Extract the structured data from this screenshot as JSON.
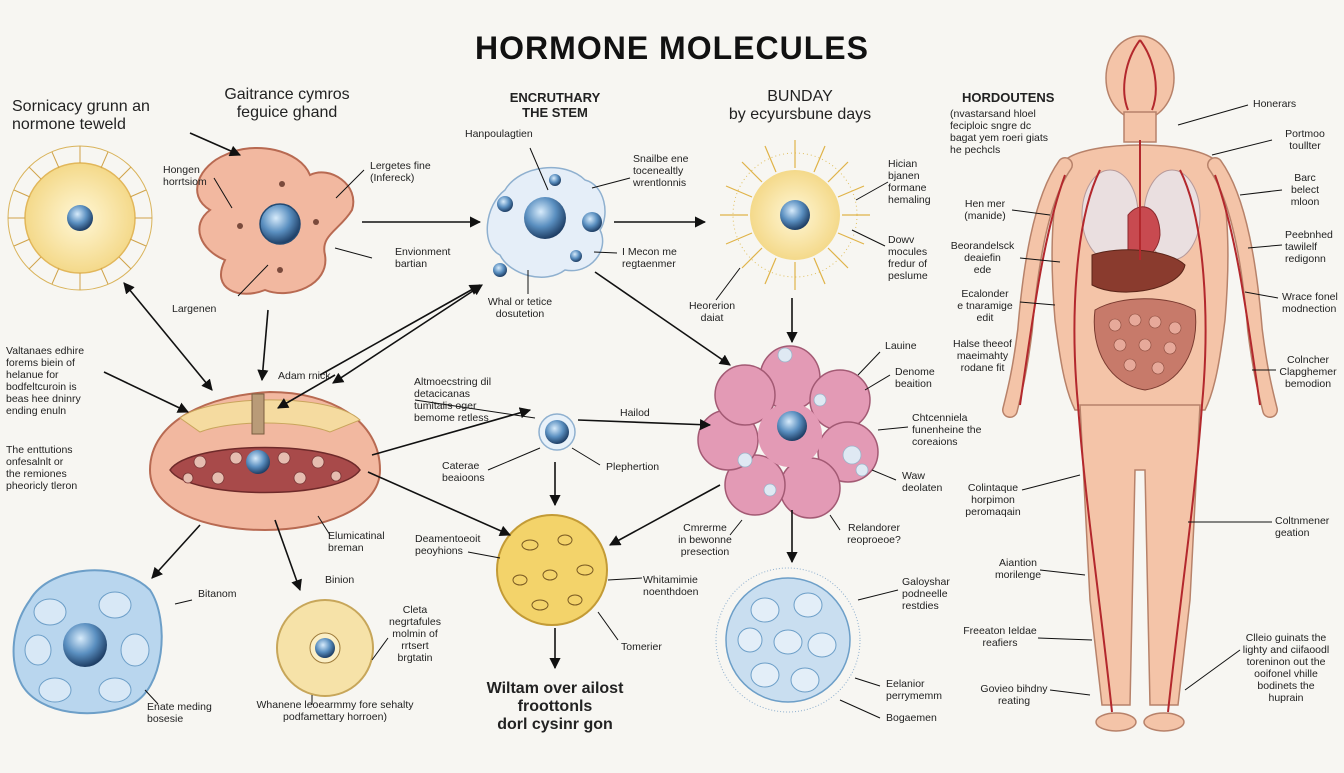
{
  "title": "HORMONE MOLECULES",
  "colors": {
    "background": "#f7f6f2",
    "tissue_pink": "#f2b8a0",
    "nucleus_blue": "#5a8fc0",
    "flower_pink": "#e39ab5",
    "yellow_cell": "#f3d36a",
    "blue_cell": "#b9d6ee",
    "artery_red": "#b3282d",
    "skin": "#f4c4a8"
  },
  "labels": {
    "top_left": "Sornicacy grunn an\nnormone teweld",
    "gland_title": "Gaitrance cymros\nfeguice ghand",
    "encruthary": "ENCRUTHARY\nTHE STEM",
    "bunday": "BUNDAY\nby ecyursbune days",
    "hordoutens": "HORDOUTENS",
    "hordoutens_sub": "(nvastarsand hloel\nfeciploic sngre dc\nbagat yem roeri giats\nhe pechcls",
    "hongen": "Hongen\nhorrtsiom",
    "lergetes": "Lergetes fine\n(Infereck)",
    "envionment": "Envionment\nbartian",
    "largenen": "Largenen",
    "hapouhag": "Hanpoulagtien",
    "snailbe": "Snailbe ene\ntocenealtly\nwrentlonnis",
    "mecon": "I Mecon me\nregtaenmer",
    "whal": "Whal or tetice\ndosutetion",
    "hician": "Hician\nbjanen\nformane\nhemaling",
    "dowv": "Dowv\nmocules\nfredur of\npeslume",
    "heorerion": "Heorerion\ndaiat",
    "left_para1": "Valtanaes edhire\nforems biein of\nhelanue for\nbodfeltcuroin is\nbeas hee dninry\nending enuln",
    "left_para2": "The enttutions\nonfesalnlt or\nthe remiones\npheoricly tleron",
    "adamnick": "Adam rnick",
    "altmoce": "Altmoecstring dil\ndetacicanas\ntumitalis oger\nbemome retless",
    "haliod": "Hailod",
    "caterae": "Caterae\nbeaioons",
    "plephertion": "Plephertion",
    "lauine": "Lauine",
    "denome": "Denome\nbeaition",
    "chtcenniela": "Chtcenniela\nfunenheine the\ncoreaions",
    "waw": "Waw\ndeolaten",
    "elumicatinal": "Elumicatinal\nbreman",
    "binion": "Binion",
    "bitanom": "Bitanom",
    "dementout": "Deamentoeoit\npeoyhions",
    "cremrne": "Cmrerme\nin bewonne\npresection",
    "relonder": "Relandorer\nreoproeoe?",
    "cleta": "Cleta\nnegrtafules\nmolmin of\nrrtsert\nbrgtatin",
    "whitamie": "Whitamimie\nnoenthdoen",
    "tomerier": "Tomerier",
    "galoyshar": "Galoyshar\npodneelle\nrestdies",
    "enate_meding": "Enate meding\nbosesie",
    "whanene": "Whanene leoearmmy fore sehalty\npodfamettary horroen)",
    "bottom_center": "Wiltam over ailost\nfroottonls\ndorl cysinr gon",
    "eelanior": "Eelanior\nperrymemm",
    "bogaemen": "Bogaemen",
    "he_mer": "Hen mer\n(manide)",
    "beorandeleck": "Beorandelsck\ndeaiefin\nede",
    "ecaloner": "Ecalonder\ne tnaramige\nedit",
    "halse": "Halse theeof\nmaeimahty\nrodane fit",
    "colintaque": "Colintaque\nhorpimon\nperomaqain",
    "ahentioe": "Aiantion\nmorilenge",
    "freeaton": "Freeaton Ieldae\nreafiers",
    "goveio": "Govieo bihdny\nreating",
    "honerars": "Honerars",
    "portmoo": "Portmoo\ntoullter",
    "barc": "Barc\nbelect\nmloon",
    "peebhdard": "Peebnhed\ntawilelf\nredigonn",
    "wrace": "Wrace fonel\nmodnection",
    "colncher": "Colncher\nClapghemer\nbemodion",
    "coltnmener": "Coltnmener\ngeation",
    "clleio": "Clleio guinats the\nlighty and ciifaoodl\ntoreninon out the\nooifonel vhille\nbodinets the\nhuprain"
  }
}
